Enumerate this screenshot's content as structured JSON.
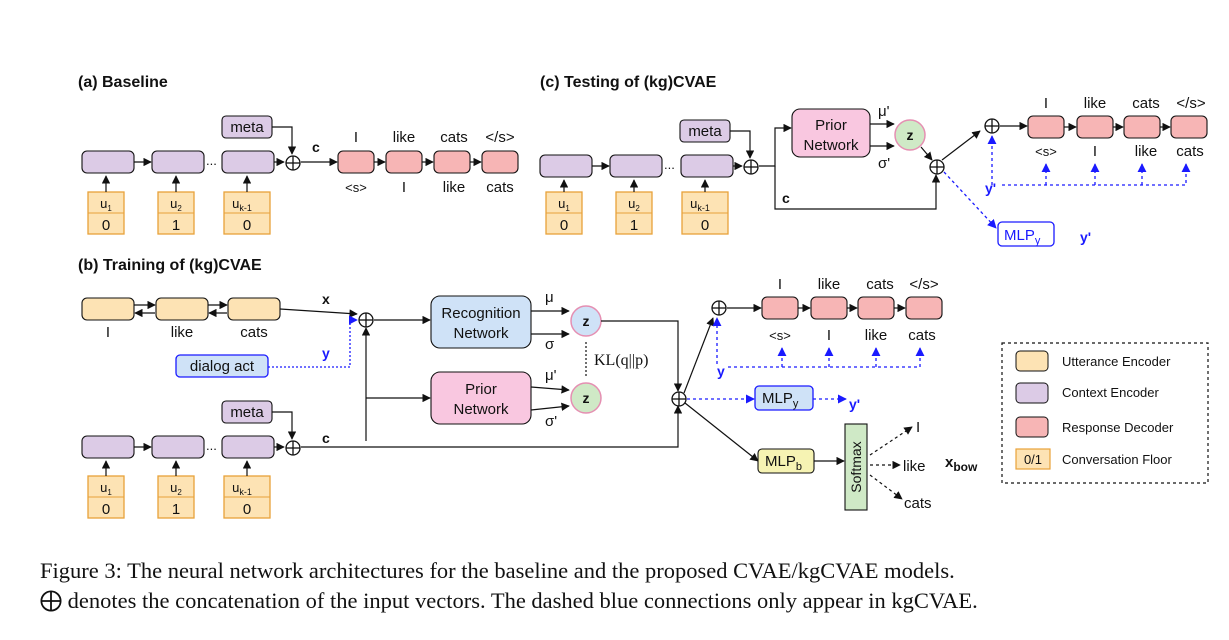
{
  "panels": {
    "a": "(a) Baseline",
    "b": "(b) Training of (kg)CVAE",
    "c": "(c) Testing of (kg)CVAE"
  },
  "nodes": {
    "meta": "meta",
    "dialog_act": "dialog act",
    "recognition": [
      "Recognition",
      "Network"
    ],
    "prior": [
      "Prior",
      "Network"
    ],
    "z": "z",
    "softmax": "Softmax",
    "mlp_y": "MLP",
    "mlp_y_sub": "y",
    "mlp_b": "MLP",
    "mlp_b_sub": "b"
  },
  "utterances": {
    "u1": "u",
    "u1_sub": "1",
    "u2": "u",
    "u2_sub": "2",
    "uk": "u",
    "uk_sub": "k-1",
    "floor1": "0",
    "floor2": "1",
    "floor3": "0"
  },
  "symbols": {
    "c": "c",
    "x": "x",
    "y": "y",
    "y_prime": "y'",
    "mu": "μ",
    "mu_prime": "μ'",
    "sigma": "σ",
    "sigma_prime": "σ'",
    "kl": "KL(q||p)",
    "xbow": "x",
    "xbow_sub": "bow",
    "dots": "..."
  },
  "words": {
    "top": [
      "I",
      "like",
      "cats",
      "</s>"
    ],
    "bottom": [
      "<s>",
      "I",
      "like",
      "cats"
    ],
    "training_input": [
      "I",
      "like",
      "cats"
    ],
    "bow": [
      "I",
      "like",
      "cats"
    ]
  },
  "legend": {
    "items": [
      "Utterance Encoder",
      "Context Encoder",
      "Response Decoder",
      "Conversation Floor"
    ],
    "floor_box": "0/1"
  },
  "colors": {
    "utterance_encoder": "#fde3b4",
    "context_encoder": "#dccbe6",
    "response_decoder": "#f7b5b5",
    "recognition_network": "#cfe2f7",
    "prior_network": "#f9c7e0",
    "z_node": "#cfe9c6",
    "mlp": "#f6f3b3",
    "dashed_blue": "#1a1aff"
  },
  "caption": {
    "line1": "Figure 3: The neural network architectures for the baseline and the proposed CVAE/kgCVAE models.",
    "line2": "denotes the concatenation of the input vectors. The dashed blue connections only appear in kgCVAE."
  }
}
